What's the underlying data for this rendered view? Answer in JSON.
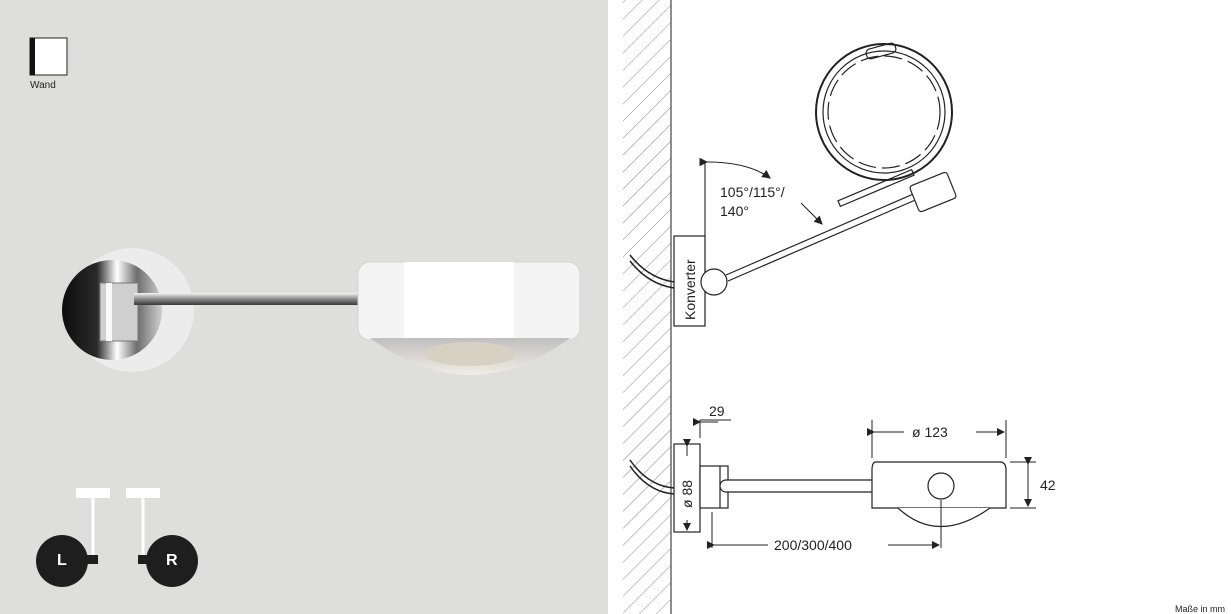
{
  "mount": {
    "label": "Wand"
  },
  "sides": {
    "left": "L",
    "right": "R"
  },
  "drawing": {
    "angle_line1": "105°/115°/",
    "angle_line2": "140°",
    "converter": "Konverter",
    "dim_depth": "29",
    "dim_lens_diameter": "ø 123",
    "dim_plate_diameter": "ø 88",
    "dim_height": "42",
    "dim_arm_length": "200/300/400"
  },
  "footer": {
    "units": "Maße in mm"
  },
  "colors": {
    "photo_bg": "#dedfdd",
    "badge": "#1e1e1e",
    "line": "#222222"
  }
}
